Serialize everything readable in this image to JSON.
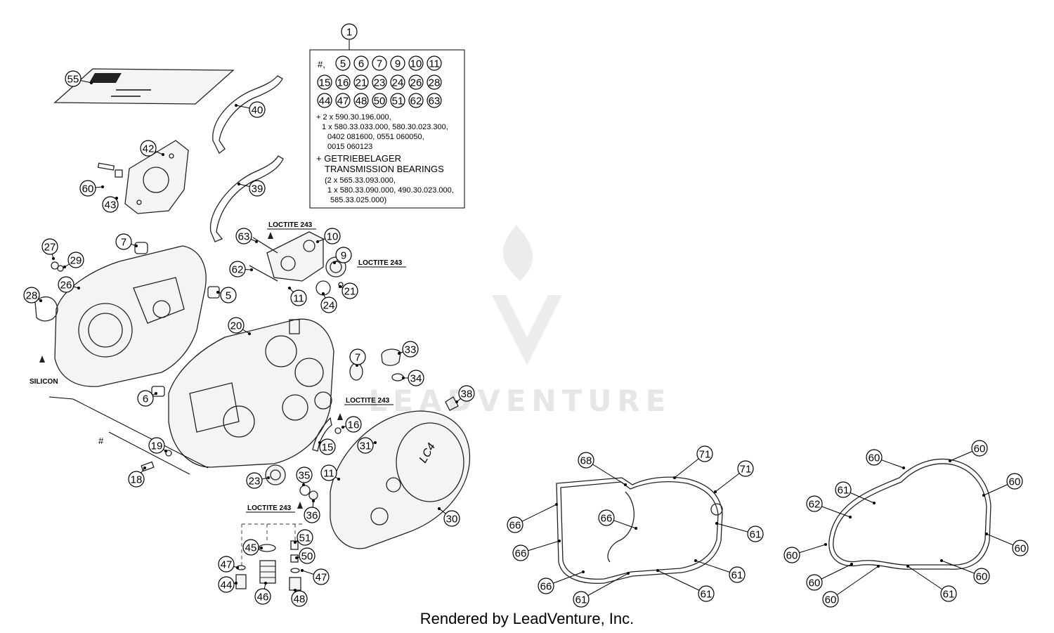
{
  "footer": "Rendered by LeadVenture, Inc.",
  "watermark": "LEADVENTURE",
  "kit": {
    "callout": "1",
    "hash": "#,",
    "row1": [
      "5",
      "6",
      "7",
      "9",
      "10",
      "11"
    ],
    "row2": [
      "15",
      "16",
      "21",
      "23",
      "24",
      "26",
      "28"
    ],
    "row3": [
      "44",
      "47",
      "48",
      "50",
      "51",
      "62",
      "63"
    ],
    "lines": [
      "+ 2 x 590.30.196.000,",
      "1 x 580.33.033.000, 580.30.023.300,",
      "0402 081600, 0551 060050,",
      "0015 060123"
    ],
    "bearings_de": "+ GETRIEBELAGER",
    "bearings_en": "TRANSMISSION BEARINGS",
    "bearing_lines": [
      "(2 x 565.33.093.000,",
      "1 x 580.33.090.000, 490.30.023.000,",
      "585.33.025.000)"
    ]
  },
  "notes": {
    "loctite_a": "LOCTITE 243",
    "loctite_b": "LOCTITE 243",
    "loctite_c": "LOCTITE 243",
    "loctite_d": "LOCTITE 243",
    "silicon": "SILICON",
    "hash_group": "#",
    "cover_logo": "LC4"
  },
  "callouts": [
    {
      "id": "c55",
      "label": "55"
    },
    {
      "id": "c40",
      "label": "40"
    },
    {
      "id": "c42",
      "label": "42"
    },
    {
      "id": "c60a",
      "label": "60"
    },
    {
      "id": "c43",
      "label": "43"
    },
    {
      "id": "c39",
      "label": "39"
    },
    {
      "id": "c63",
      "label": "63"
    },
    {
      "id": "c10",
      "label": "10"
    },
    {
      "id": "c9",
      "label": "9"
    },
    {
      "id": "c62",
      "label": "62"
    },
    {
      "id": "c21",
      "label": "21"
    },
    {
      "id": "c11a",
      "label": "11"
    },
    {
      "id": "c24",
      "label": "24"
    },
    {
      "id": "c27",
      "label": "27"
    },
    {
      "id": "c7a",
      "label": "7"
    },
    {
      "id": "c29",
      "label": "29"
    },
    {
      "id": "c26",
      "label": "26"
    },
    {
      "id": "c28",
      "label": "28"
    },
    {
      "id": "c5",
      "label": "5"
    },
    {
      "id": "c20",
      "label": "20"
    },
    {
      "id": "c7b",
      "label": "7"
    },
    {
      "id": "c33",
      "label": "33"
    },
    {
      "id": "c34",
      "label": "34"
    },
    {
      "id": "c6",
      "label": "6"
    },
    {
      "id": "c38",
      "label": "38"
    },
    {
      "id": "c16",
      "label": "16"
    },
    {
      "id": "c15",
      "label": "15"
    },
    {
      "id": "c31",
      "label": "31"
    },
    {
      "id": "c19",
      "label": "19"
    },
    {
      "id": "c18",
      "label": "18"
    },
    {
      "id": "c23",
      "label": "23"
    },
    {
      "id": "c35",
      "label": "35"
    },
    {
      "id": "c11b",
      "label": "11"
    },
    {
      "id": "c36",
      "label": "36"
    },
    {
      "id": "c30",
      "label": "30"
    },
    {
      "id": "c45",
      "label": "45"
    },
    {
      "id": "c51",
      "label": "51"
    },
    {
      "id": "c47a",
      "label": "47"
    },
    {
      "id": "c50",
      "label": "50"
    },
    {
      "id": "c44",
      "label": "44"
    },
    {
      "id": "c46",
      "label": "46"
    },
    {
      "id": "c47b",
      "label": "47"
    },
    {
      "id": "c48",
      "label": "48"
    },
    {
      "id": "g68",
      "label": "68"
    },
    {
      "id": "g71a",
      "label": "71"
    },
    {
      "id": "g71b",
      "label": "71"
    },
    {
      "id": "g66a",
      "label": "66"
    },
    {
      "id": "g66b",
      "label": "66"
    },
    {
      "id": "g66c",
      "label": "66"
    },
    {
      "id": "g66d",
      "label": "66"
    },
    {
      "id": "g61a",
      "label": "61"
    },
    {
      "id": "g61b",
      "label": "61"
    },
    {
      "id": "g61c",
      "label": "61"
    },
    {
      "id": "g61d",
      "label": "61"
    },
    {
      "id": "h60a",
      "label": "60"
    },
    {
      "id": "h60b",
      "label": "60"
    },
    {
      "id": "h60c",
      "label": "60"
    },
    {
      "id": "h60d",
      "label": "60"
    },
    {
      "id": "h60e",
      "label": "60"
    },
    {
      "id": "h60f",
      "label": "60"
    },
    {
      "id": "h60g",
      "label": "60"
    },
    {
      "id": "h60h",
      "label": "60"
    },
    {
      "id": "h61a",
      "label": "61"
    },
    {
      "id": "h61b",
      "label": "61"
    },
    {
      "id": "h62",
      "label": "62"
    }
  ]
}
